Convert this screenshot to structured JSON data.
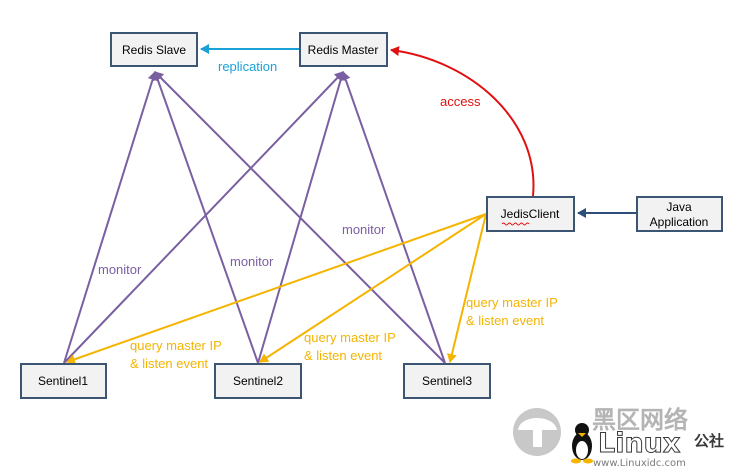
{
  "nodes": {
    "redis_slave": "Redis Slave",
    "redis_master": "Redis Master",
    "jedis_client": "JedisClient",
    "java_application_line1": "Java",
    "java_application_line2": "Application",
    "sentinel1": "Sentinel1",
    "sentinel2": "Sentinel2",
    "sentinel3": "Sentinel3"
  },
  "edge_labels": {
    "replication": "replication",
    "access": "access",
    "monitor_left": "monitor",
    "monitor_center": "monitor",
    "monitor_right": "monitor",
    "query_1_line1": "query master IP",
    "query_1_line2": "& listen event",
    "query_2_line1": "query master IP",
    "query_2_line2": "& listen event",
    "query_3_line1": "query master IP",
    "query_3_line2": "& listen event"
  },
  "colors": {
    "monitor": "#7a5fa1",
    "replication": "#1ba1d8",
    "access": "#e01010",
    "query": "#f5b400",
    "client_link": "#2e4f7a",
    "box_border": "#3b5572",
    "box_fill": "#f2f2f2"
  },
  "watermark": {
    "cn_text": "黑区网络",
    "brand": "Linux",
    "cn_suffix": "公社",
    "url": "www.Linuxidc.com"
  }
}
